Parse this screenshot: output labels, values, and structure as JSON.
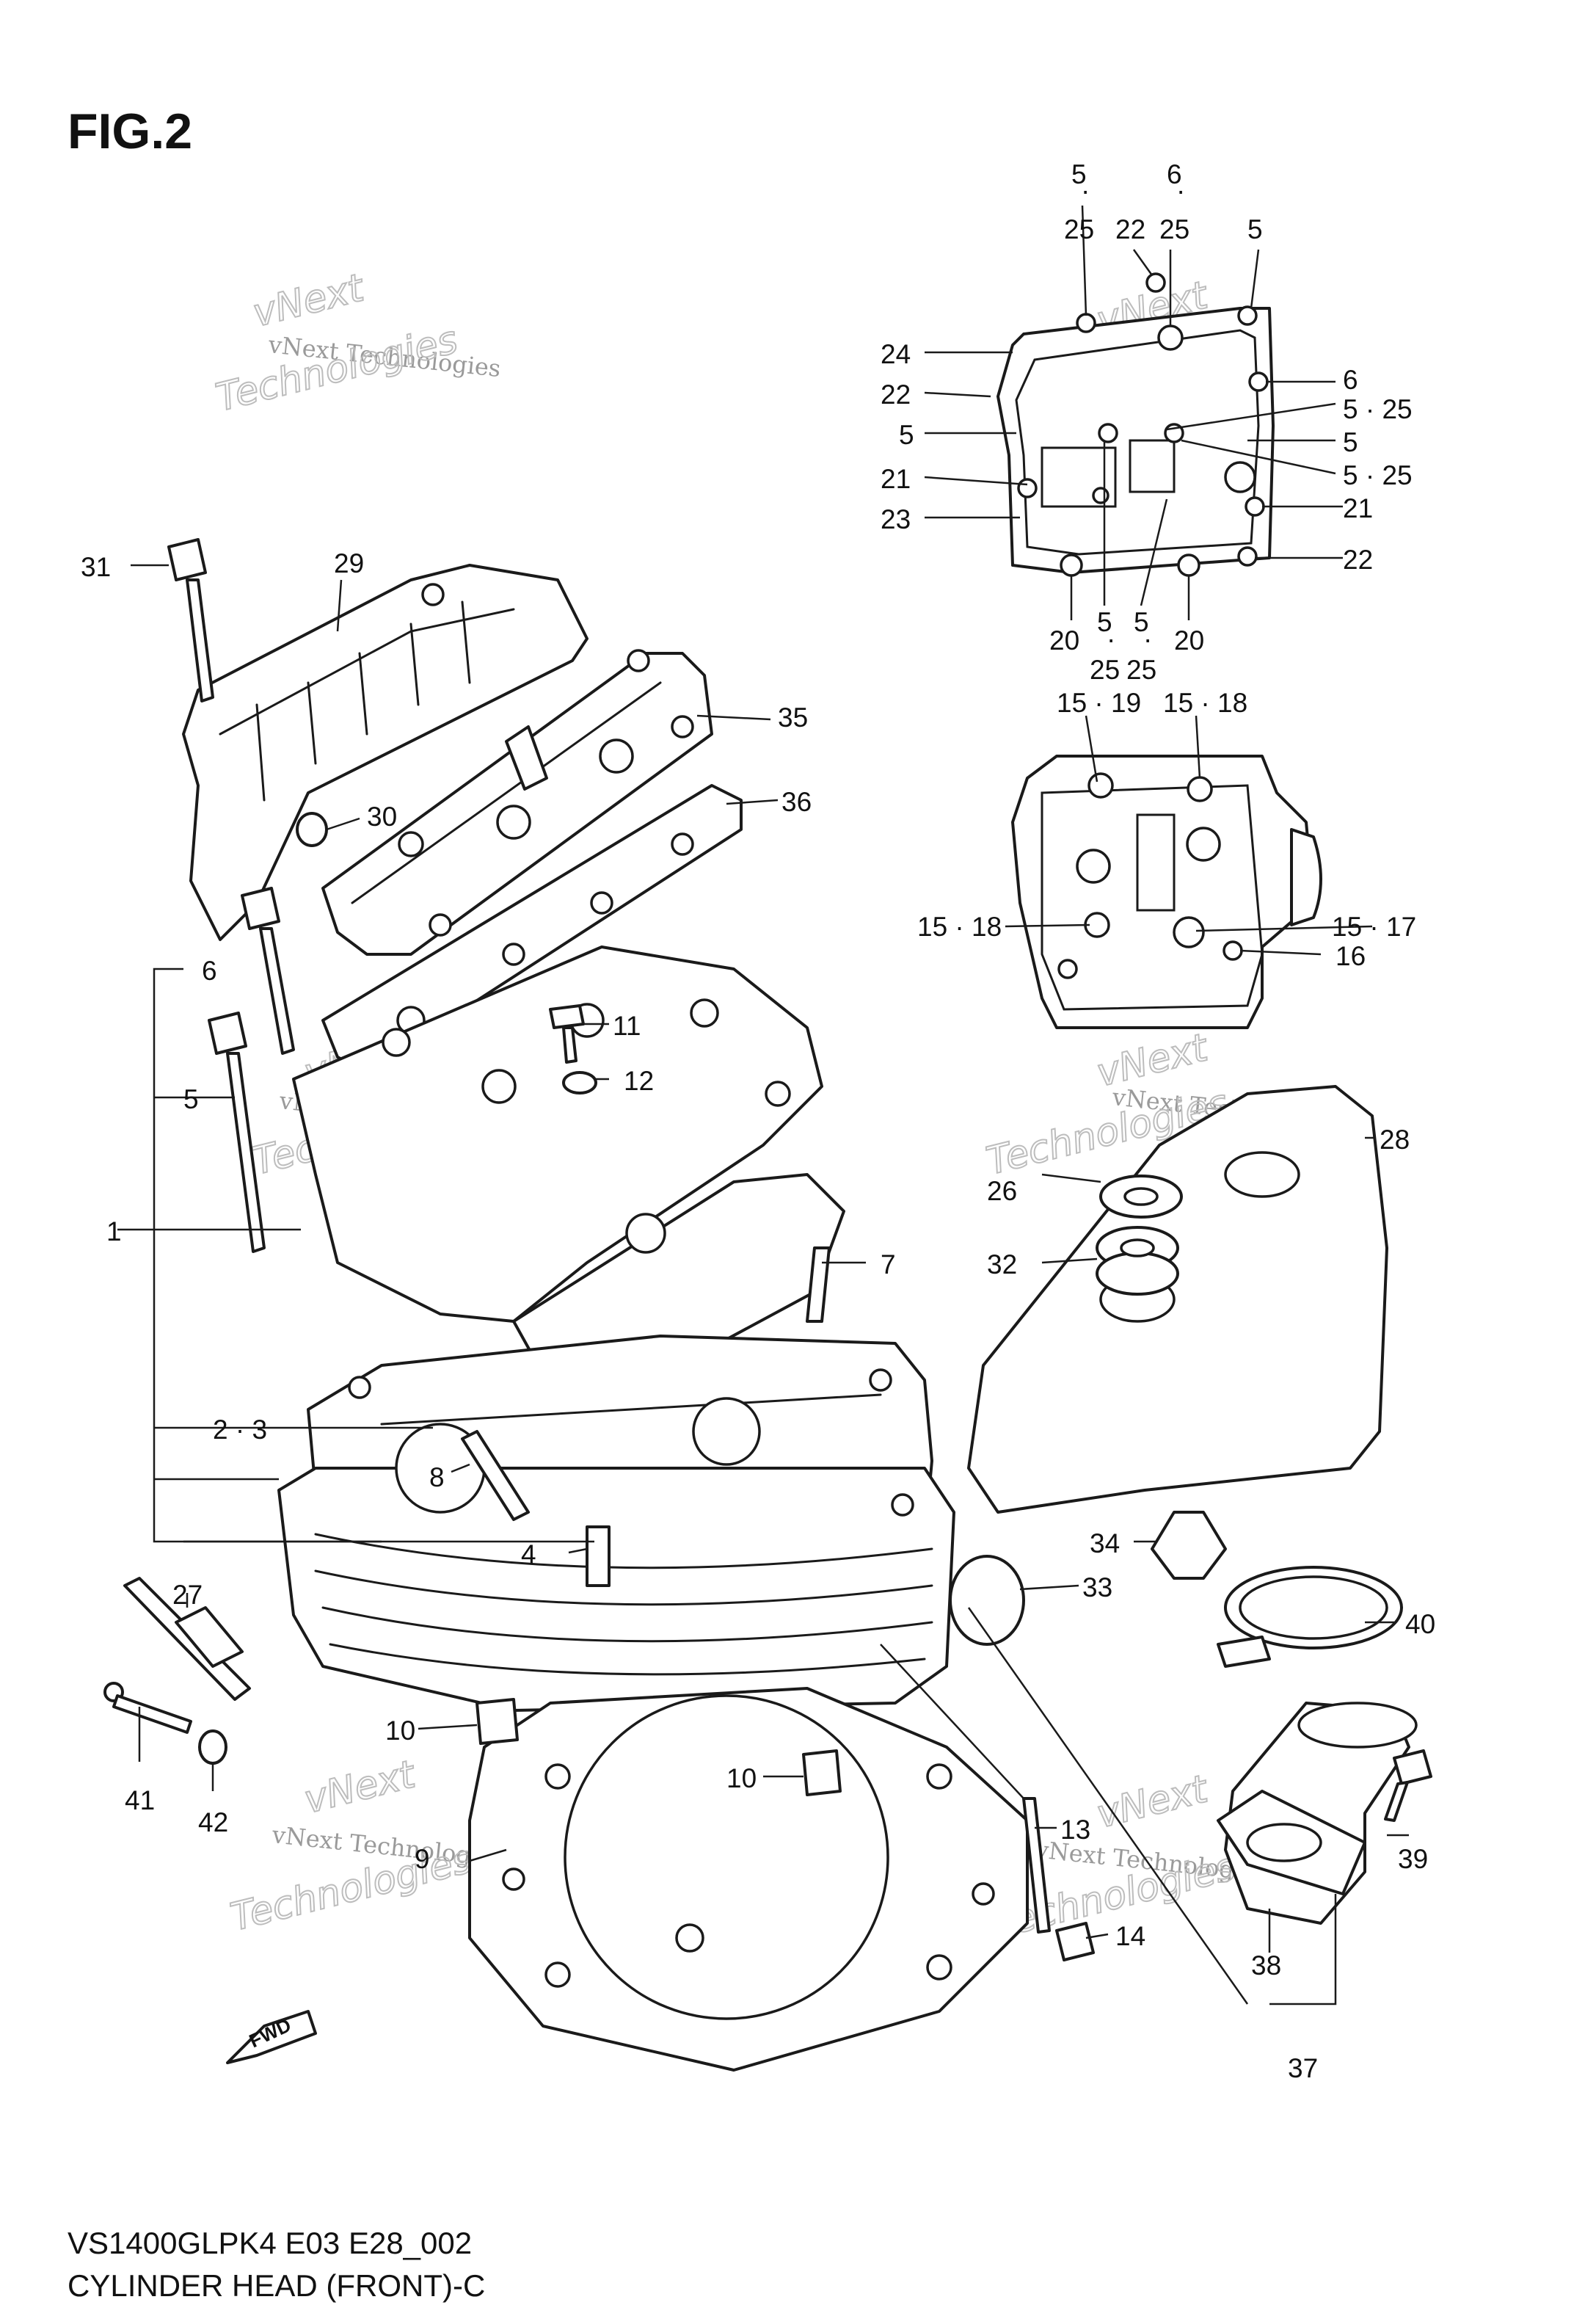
{
  "figure_title": "FIG.2",
  "watermark": {
    "line1": "vNext",
    "line2": "vNext Technologies",
    "line3": "Technologies"
  },
  "fwd_label": "FWD",
  "footer": {
    "model_code": "VS1400GLPK4 E03 E28_002",
    "caption": "CYLINDER HEAD (FRONT)-C"
  },
  "callouts": {
    "c1": "1",
    "c23": "2 · 3",
    "c4": "4",
    "c5": "5",
    "c6": "6",
    "c7": "7",
    "c8": "8",
    "c9": "9",
    "c10a": "10",
    "c10b": "10",
    "c11": "11",
    "c12": "12",
    "c13": "13",
    "c14": "14",
    "c1519": "15 · 19",
    "c1518a": "15 · 18",
    "c1518b": "15 · 18",
    "c1517": "15 · 17",
    "c16": "16",
    "c26": "26",
    "c27": "27",
    "c28": "28",
    "c29": "29",
    "c30": "30",
    "c31": "31",
    "c32": "32",
    "c33": "33",
    "c34": "34",
    "c35": "35",
    "c36": "36",
    "c37": "37",
    "c38": "38",
    "c39": "39",
    "c40": "40",
    "c41": "41",
    "c42": "42",
    "g_top5a": "5",
    "g_top25a": "25",
    "g_top22": "22",
    "g_top6": "6",
    "g_top25b": "25",
    "g_top5b": "5",
    "g_24": "24",
    "g_22l": "22",
    "g_5l": "5",
    "g_21l": "21",
    "g_23": "23",
    "g_6r": "6",
    "g_525a": "5 · 25",
    "g_5r": "5",
    "g_525b": "5 · 25",
    "g_21r": "21",
    "g_22r": "22",
    "g_b5a": "5",
    "g_b5b": "5",
    "g_b20a": "20",
    "g_b20b": "20",
    "g_b25a": "25",
    "g_b25b": "25"
  }
}
